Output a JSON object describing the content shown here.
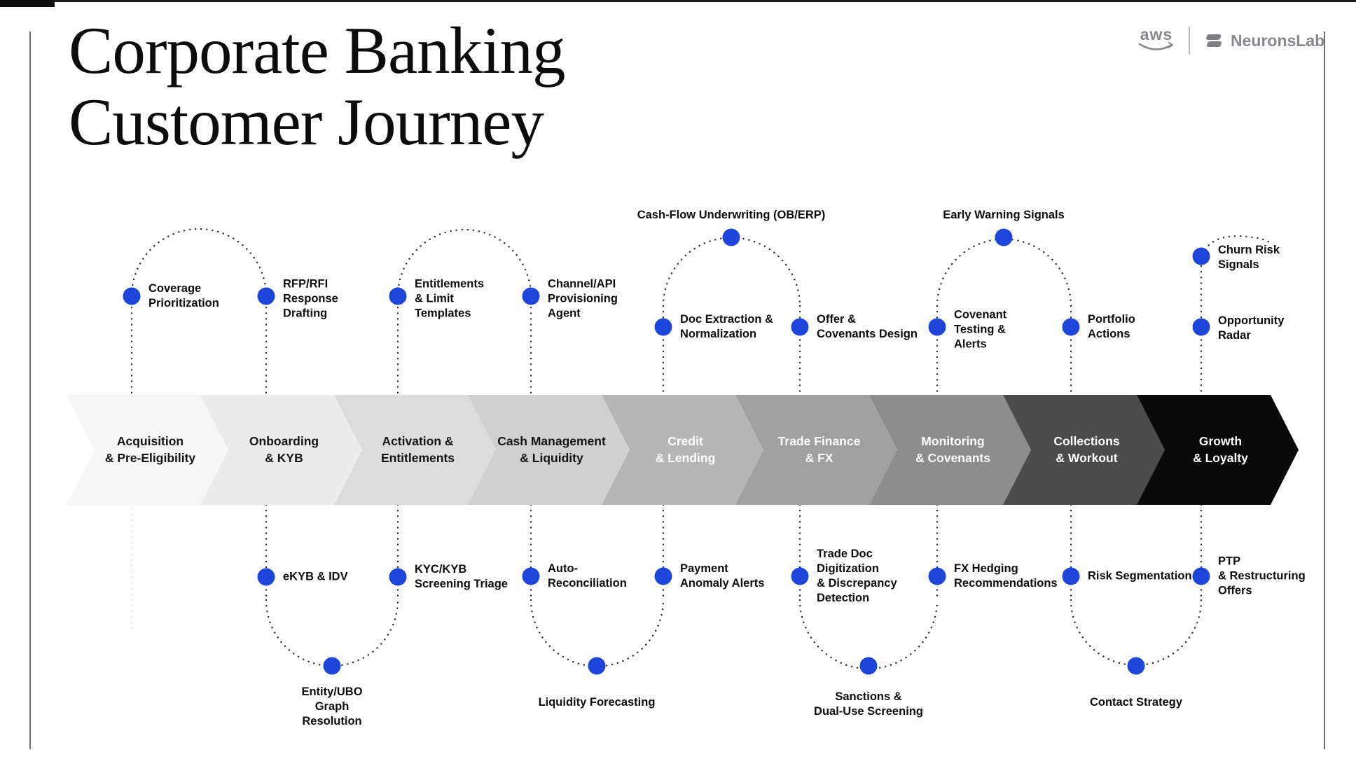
{
  "page": {
    "title": "Corporate Banking\nCustomer Journey"
  },
  "brand": {
    "aws_label": "aws",
    "partner_name": "NeuronsLab"
  },
  "stages": [
    {
      "label": "Acquisition\n& Pre-Eligibility"
    },
    {
      "label": "Onboarding\n& KYB"
    },
    {
      "label": "Activation &\nEntitlements"
    },
    {
      "label": "Cash Management\n& Liquidity"
    },
    {
      "label": "Credit\n& Lending"
    },
    {
      "label": "Trade Finance\n& FX"
    },
    {
      "label": "Monitoring\n& Covenants"
    },
    {
      "label": "Collections\n& Workout"
    },
    {
      "label": "Growth\n& Loyalty"
    }
  ],
  "loops": {
    "above": [
      {
        "left": "Coverage\nPrioritization",
        "right": "RFP/RFI\nResponse\nDrafting"
      },
      {
        "left": "Entitlements\n& Limit\nTemplates",
        "right": "Channel/API\nProvisioning\nAgent"
      },
      {
        "title": "Cash-Flow Underwriting (OB/ERP)",
        "left": "Doc Extraction &\nNormalization",
        "right": "Offer &\nCovenants Design"
      },
      {
        "title": "Early Warning Signals",
        "left": "Covenant\nTesting &\nAlerts",
        "right": "Portfolio\nActions"
      },
      {
        "top": "Churn Risk\nSignals",
        "bottom": "Opportunity\nRadar"
      }
    ],
    "below": [
      {
        "left": "eKYB & IDV",
        "right": "KYC/KYB\nScreening Triage",
        "bottom": "Entity/UBO\nGraph\nResolution"
      },
      {
        "left": "Auto-\nReconciliation",
        "right": "Payment\nAnomaly Alerts",
        "bottom": "Liquidity Forecasting"
      },
      {
        "left": "Trade Doc\nDigitization\n& Discrepancy\nDetection",
        "right": "FX Hedging\nRecommendations",
        "bottom": "Sanctions &\nDual-Use Screening"
      },
      {
        "left": "Risk Segmentation",
        "right": "PTP\n& Restructuring\nOffers",
        "bottom": "Contact Strategy"
      }
    ]
  },
  "colors": {
    "dot_blue": "#1d45da",
    "path_gray": "#2b2b2b",
    "faint_path": "#e4e4e4",
    "frame_line": "#6e6e6e",
    "brand_gray": "#87898c",
    "title_color": "#0c0c0c",
    "label_color": "#0d0d0d",
    "stage_text_dark": "#141414",
    "stage_text_light": "#ffffff",
    "stage_fills": [
      "#f6f6f6",
      "#ececec",
      "#dcdcdc",
      "#d0d0d0",
      "#b6b6b6",
      "#a0a0a0",
      "#8d8d8d",
      "#4b4b4b",
      "#0a0a0a"
    ]
  }
}
